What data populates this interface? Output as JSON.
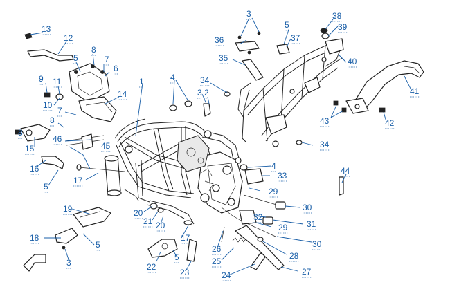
{
  "callouts": {
    "c1": "1",
    "c2": "2",
    "c3": "3",
    "c4": "4",
    "c5": "5",
    "c6": "6",
    "c7": "7",
    "c8": "8",
    "c9": "9",
    "c10": "10",
    "c11": "11",
    "c12": "12",
    "c13": "13",
    "c14": "14",
    "c15": "15",
    "c16": "16",
    "c17": "17",
    "c18": "18",
    "c19": "19",
    "c20": "20",
    "c21": "21",
    "c22": "22",
    "c23": "23",
    "c24": "24",
    "c25": "25",
    "c26": "26",
    "c27": "27",
    "c28": "28",
    "c29": "29",
    "c30": "30",
    "c31": "31",
    "c32": "32",
    "c33": "33",
    "c34": "34",
    "c35": "35",
    "c36": "36",
    "c37": "37",
    "c38": "38",
    "c39": "39",
    "c40": "40",
    "c41": "41",
    "c42": "42",
    "c43": "43",
    "c44": "44",
    "c45": "45",
    "c46": "46"
  },
  "colors": {
    "callout": "#1a5fa8",
    "linework": "#222222"
  }
}
